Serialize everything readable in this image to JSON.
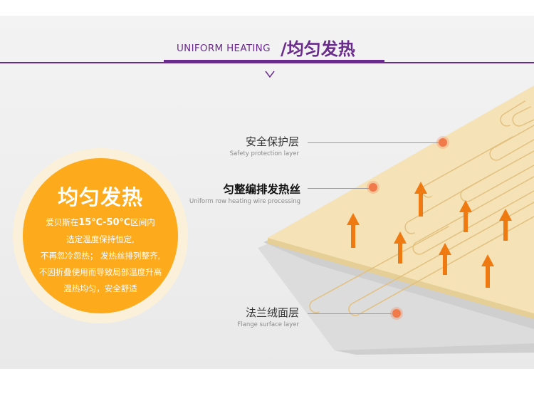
{
  "header": {
    "title_en": "UNIFORM HEATING",
    "title_cn": "/均匀发热"
  },
  "badge": {
    "title": "均匀发热",
    "line1_prefix": "爱贝斯在",
    "line1_range": "15℃-50℃",
    "line1_suffix": "区间内",
    "line2": "选定温度保持恒定,",
    "line3": "不再忽冷忽热；  发热丝排列整齐,",
    "line4": "不因折叠使用而导致局部温度升高",
    "line5": "温热均匀，安全舒适"
  },
  "callouts": {
    "safety": {
      "cn": "安全保护层",
      "en": "Safety protection layer"
    },
    "wire": {
      "cn": "匀整编排发热丝",
      "en": "Uniform row heating wire processing"
    },
    "flange": {
      "cn": "法兰绒面层",
      "en": "Flange surface layer"
    }
  },
  "colors": {
    "brand": "#6a2c8c",
    "badge_orange": "#fdaa1c",
    "badge_ring": "#fbf0da",
    "heat_arrow": "#f07a12",
    "marker": "#f07a4a",
    "panel_layer": "#f5e3b7",
    "wire": "#e8c98a"
  },
  "icons": {
    "divider": "chevron-down-icon",
    "heat": "up-arrow-icon",
    "marker": "dot-icon"
  }
}
